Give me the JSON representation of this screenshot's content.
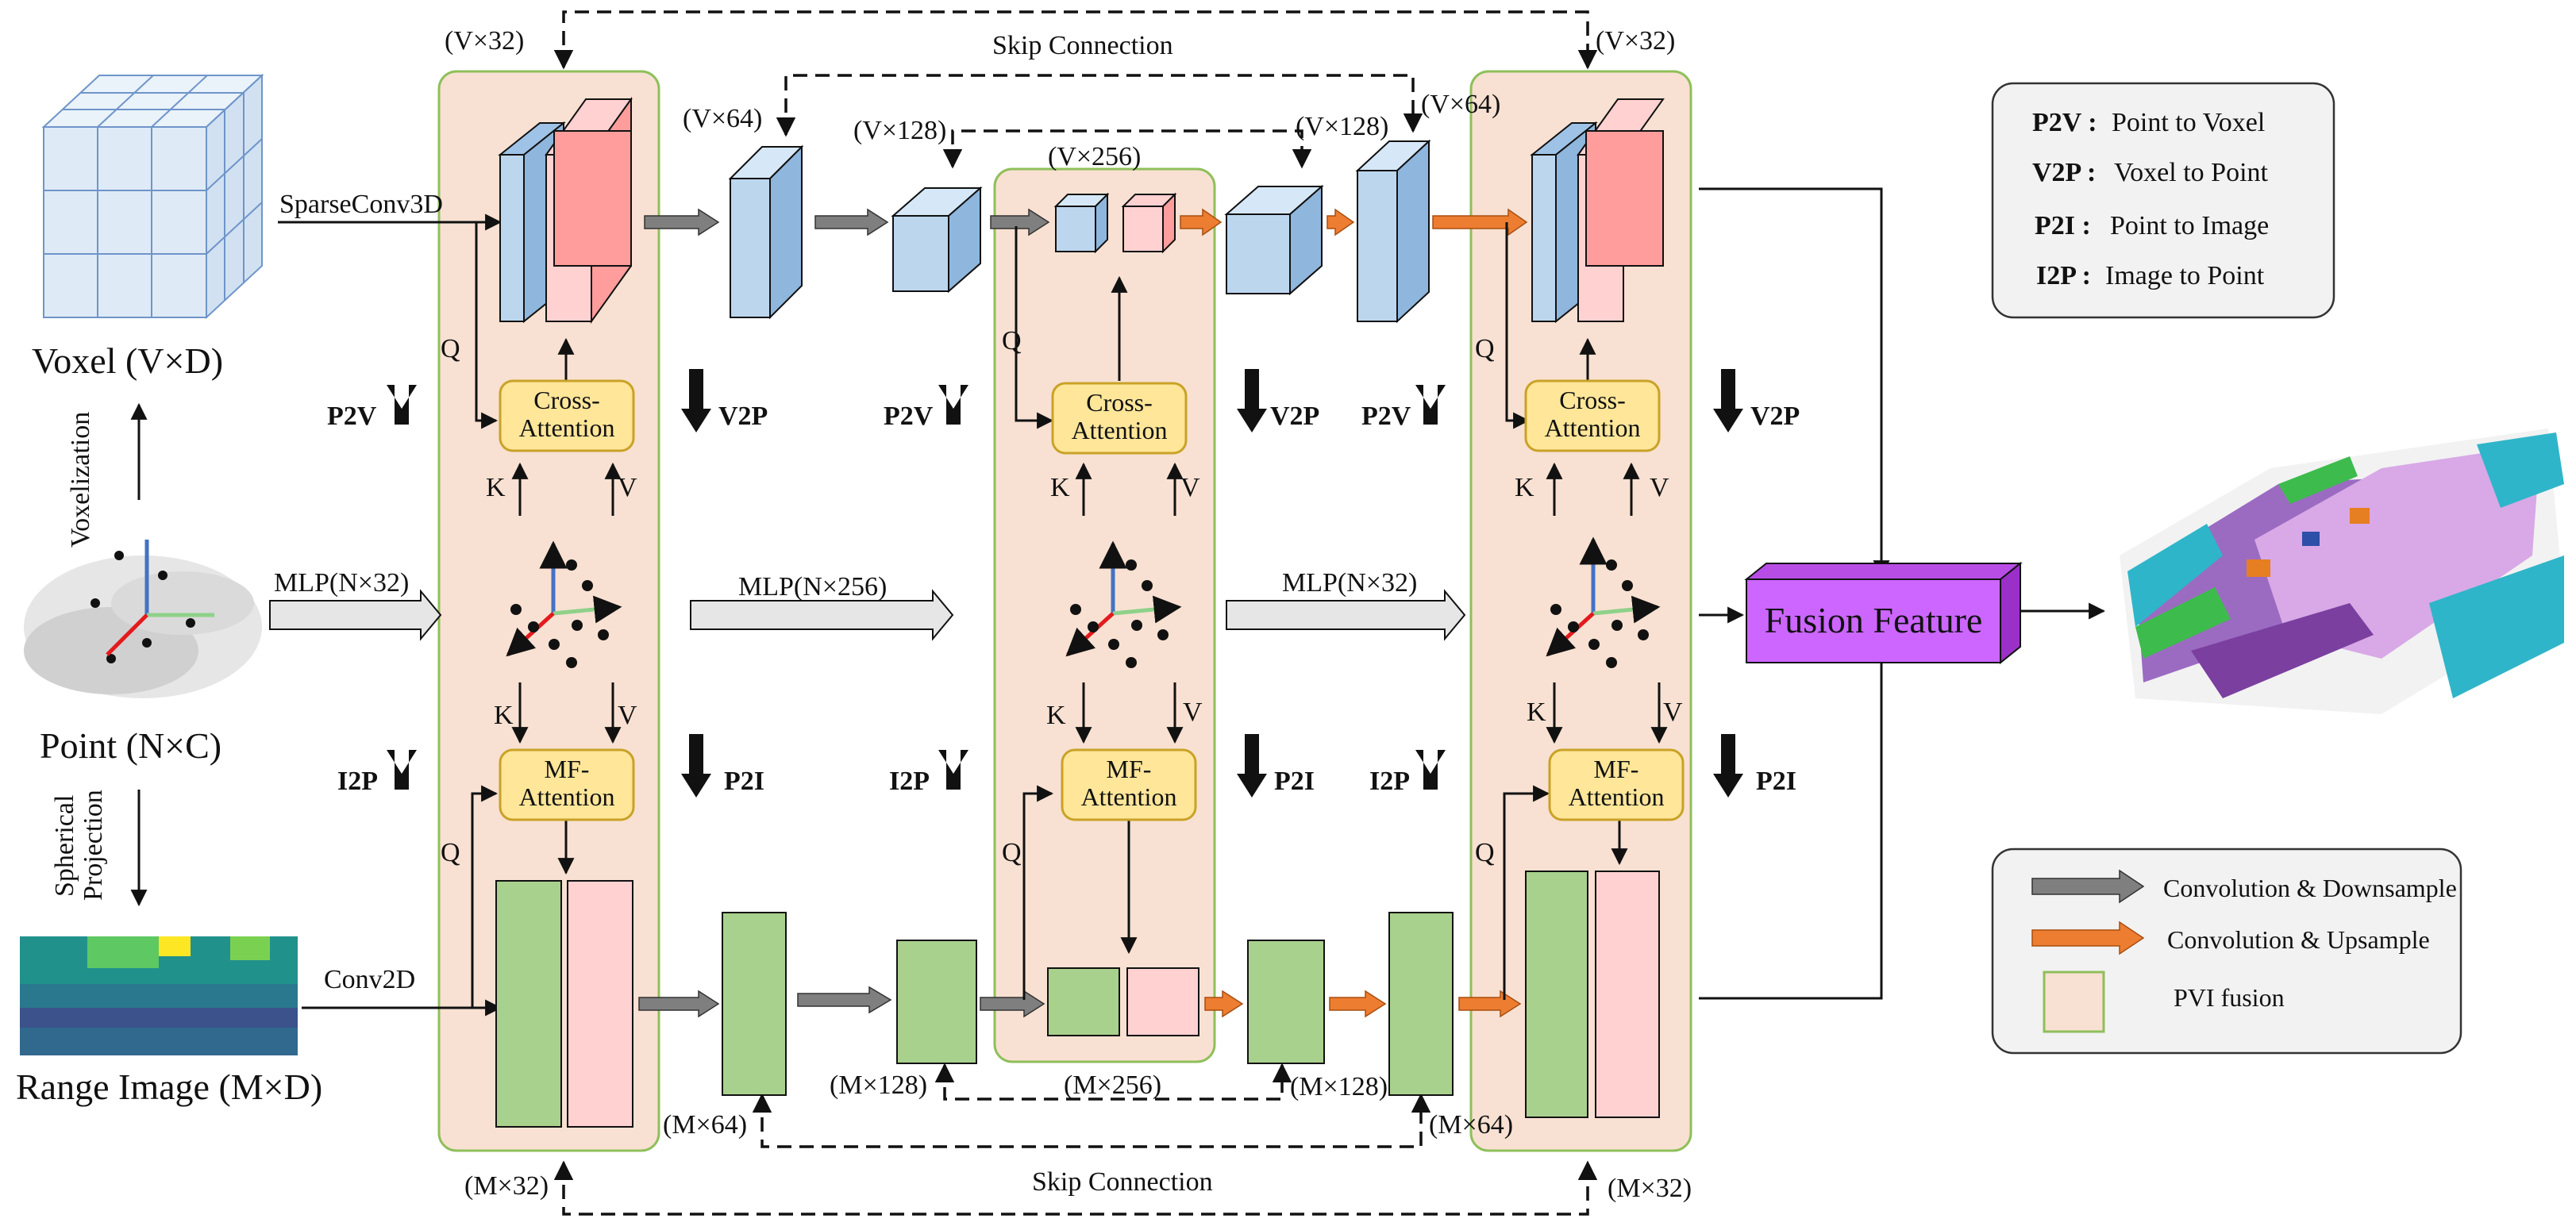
{
  "labels": {
    "voxel": "Voxel (V×D)",
    "point": "Point (N×C)",
    "range_image": "Range Image (M×D)",
    "voxelization": "Voxelization",
    "spherical_projection_line1": "Spherical",
    "spherical_projection_line2": "Projection",
    "sparseconv3d": "SparseConv3D",
    "conv2d": "Conv2D",
    "skip_connection_top": "Skip Connection",
    "skip_connection_bottom": "Skip Connection",
    "mlp_1": "MLP(N×32)",
    "mlp_2": "MLP(N×256)",
    "mlp_3": "MLP(N×32)",
    "dim_v32_left": "(V×32)",
    "dim_v32_right": "(V×32)",
    "dim_v64_left": "(V×64)",
    "dim_v64_right": "(V×64)",
    "dim_v128_left": "(V×128)",
    "dim_v128_right": "(V×128)",
    "dim_v256": "(V×256)",
    "dim_m32_left": "(M×32)",
    "dim_m32_right": "(M×32)",
    "dim_m64_left": "(M×64)",
    "dim_m64_right": "(M×64)",
    "dim_m128_left": "(M×128)",
    "dim_m128_right": "(M×128)",
    "dim_m256": "(M×256)",
    "q": "Q",
    "k": "K",
    "v": "V",
    "cross_attention_line1": "Cross-",
    "cross_attention_line2": "Attention",
    "mf_attention_line1": "MF-",
    "mf_attention_line2": "Attention",
    "p2v": "P2V",
    "v2p": "V2P",
    "i2p": "I2P",
    "p2i": "P2I",
    "fusion_feature": "Fusion Feature"
  },
  "legend_top": [
    {
      "abbr": "P2V :",
      "text": "Point to Voxel"
    },
    {
      "abbr": "V2P :",
      "text": "Voxel to Point"
    },
    {
      "abbr": "P2I :",
      "text": "Point to Image"
    },
    {
      "abbr": "I2P :",
      "text": "Image to Point"
    }
  ],
  "legend_bottom": [
    {
      "text": "Convolution & Downsample"
    },
    {
      "text": "Convolution & Upsample"
    },
    {
      "text": "PVI fusion"
    }
  ],
  "colors": {
    "panel_fill": "#f8e1d2",
    "panel_stroke": "#8fbf5a",
    "blue_front": "#bcd6ee",
    "blue_side": "#8fb6dc",
    "pink_front": "#ff9c9c",
    "pink_light": "#ffd1d1",
    "green_block": "#a9d18e",
    "attention_fill": "#ffe699",
    "attention_stroke": "#c9a227",
    "fusion_fill": "#cc66ff",
    "down_arrow": "#7f7f7f",
    "up_arrow": "#ed7d31",
    "axis_red": "#e31a1c",
    "axis_green": "#8fd18a",
    "axis_blue": "#4472c4"
  }
}
